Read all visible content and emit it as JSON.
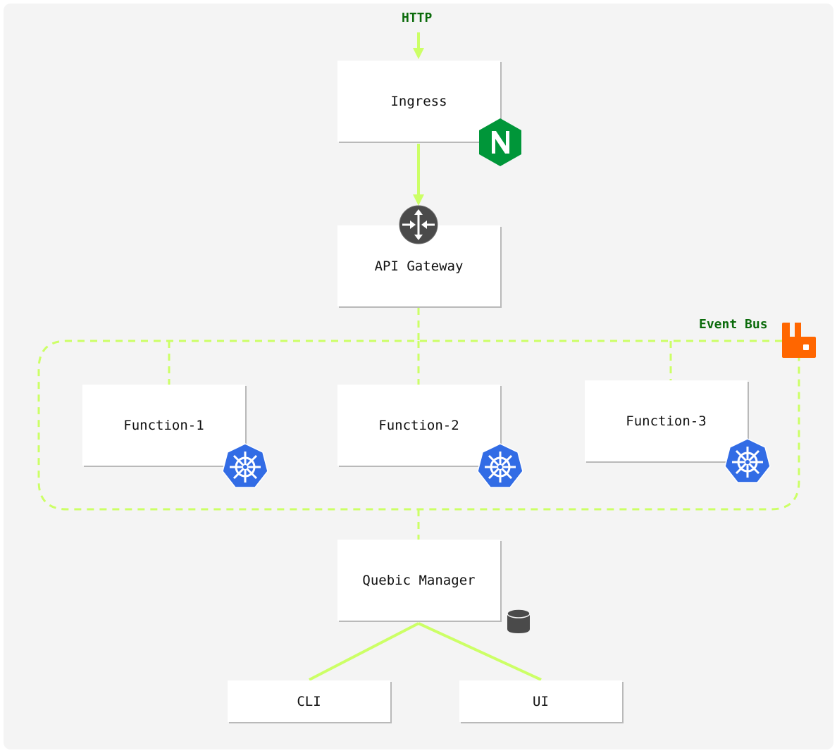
{
  "diagram": {
    "title": "",
    "colors": {
      "background": "#f4f4f4",
      "connector": "#ccff66",
      "label_text": "#0b6b0b",
      "node_fill": "#ffffff",
      "node_shadow": "#b9b9b9",
      "nginx_icon": "#009639",
      "kubernetes_icon": "#326ce5",
      "rabbitmq_icon": "#ff6600",
      "dark_icon": "#4a4a4a"
    },
    "labels": {
      "http": "HTTP",
      "event_bus": "Event Bus"
    },
    "nodes": {
      "ingress": {
        "label": "Ingress",
        "icon": "nginx-icon"
      },
      "api_gateway": {
        "label": "API Gateway",
        "icon": "router-icon"
      },
      "function_1": {
        "label": "Function-1",
        "icon": "kubernetes-icon"
      },
      "function_2": {
        "label": "Function-2",
        "icon": "kubernetes-icon"
      },
      "function_3": {
        "label": "Function-3",
        "icon": "kubernetes-icon"
      },
      "quebic_manager": {
        "label": "Quebic Manager",
        "icon": "database-icon"
      },
      "cli": {
        "label": "CLI"
      },
      "ui": {
        "label": "UI"
      }
    },
    "edges": [
      {
        "from": "http",
        "to": "ingress",
        "style": "solid-arrow"
      },
      {
        "from": "ingress",
        "to": "api_gateway",
        "style": "solid-arrow"
      },
      {
        "from": "api_gateway",
        "to": "event_bus",
        "style": "dashed"
      },
      {
        "from": "event_bus",
        "to": "function_1",
        "style": "dashed"
      },
      {
        "from": "event_bus",
        "to": "function_2",
        "style": "dashed"
      },
      {
        "from": "event_bus",
        "to": "function_3",
        "style": "dashed"
      },
      {
        "from": "event_bus",
        "to": "quebic_manager",
        "style": "dashed"
      },
      {
        "from": "quebic_manager",
        "to": "cli",
        "style": "solid"
      },
      {
        "from": "quebic_manager",
        "to": "ui",
        "style": "solid"
      }
    ]
  }
}
